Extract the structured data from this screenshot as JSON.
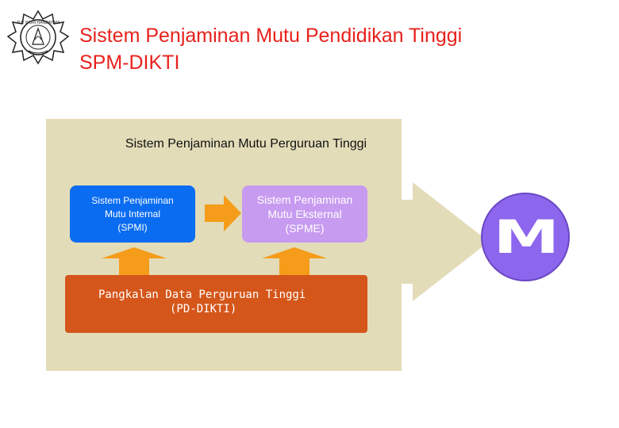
{
  "header": {
    "title_line1": "Sistem Penjaminan Mutu Pendidikan Tinggi",
    "title_line2": "SPM-DIKTI",
    "title_color": "#e8211c",
    "logo_icon": "tut-wuri-handayani-emblem-icon",
    "logo_text": "TUT WURI HANDAYANI"
  },
  "diagram": {
    "system_label": "Sistem Penjaminan Mutu Perguruan Tinggi",
    "internal": {
      "line1": "Sistem Penjaminan",
      "line2": "Mutu Internal",
      "line3": "(SPMI)",
      "color": "#0a6cf0"
    },
    "external": {
      "line1": "Sistem Penjaminan",
      "line2": "Mutu Eksternal",
      "line3": "(SPME)",
      "color": "#c79bf0"
    },
    "database": {
      "line1": "Pangkalan Data Perguruan Tinggi",
      "line2": "(PD-DIKTI)",
      "color": "#d4561a"
    },
    "outcome": {
      "letter": "M",
      "color": "#8d66ee"
    },
    "panel_color": "#e3dcb8",
    "arrow_color": "#f59c1a"
  }
}
